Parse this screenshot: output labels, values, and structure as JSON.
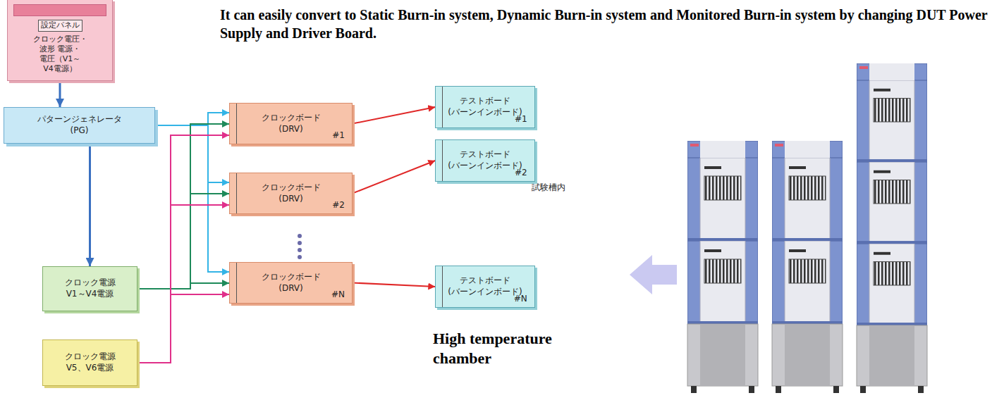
{
  "diagram": {
    "title": "It can easily convert to Static Burn-in system, Dynamic Burn-in system and Monitored Burn-in system by changing DUT Power Supply and Driver Board.",
    "nodes": [
      {
        "text": [
          "設定パネル",
          "クロック電圧・波形 電源・電圧（V1～V4電源）"
        ]
      },
      {
        "text": [
          "パターンジェネレータ (PG)"
        ]
      },
      {
        "text": [
          "クロックボード (DRV)",
          "#1"
        ]
      },
      {
        "text": [
          "クロックボード (DRV)",
          "#2"
        ]
      },
      {
        "text": [
          "クロックボード (DRV)",
          "#N"
        ]
      },
      {
        "text": [
          "試験槽内",
          "High temperature chamber"
        ]
      },
      {
        "text": [
          "テストボード (バーンインボード)",
          "#1"
        ],
        "in": 5
      },
      {
        "text": [
          "テストボード (バーンインボード)",
          "#2"
        ],
        "in": 5
      },
      {
        "text": [
          "テストボード (バーンインボード)",
          "#N"
        ],
        "in": 5
      },
      {
        "text": [
          "クロック電源 V1～V4電源"
        ]
      },
      {
        "text": [
          "クロック電源 V5、V6電源"
        ]
      }
    ],
    "edges": [
      {
        "from": 0,
        "to": 1,
        "arrow": "to"
      },
      {
        "from": 1,
        "to": 9,
        "arrow": "to"
      },
      {
        "from": 1,
        "to": 2,
        "arrow": "to"
      },
      {
        "from": 1,
        "to": 3,
        "arrow": "to"
      },
      {
        "from": 1,
        "to": 4,
        "arrow": "to"
      },
      {
        "from": 9,
        "to": 2,
        "arrow": "to"
      },
      {
        "from": 9,
        "to": 3,
        "arrow": "to"
      },
      {
        "from": 9,
        "to": 4,
        "arrow": "to"
      },
      {
        "from": 10,
        "to": 2,
        "arrow": "to"
      },
      {
        "from": 10,
        "to": 3,
        "arrow": "to"
      },
      {
        "from": 10,
        "to": 4,
        "arrow": "to"
      },
      {
        "from": 2,
        "to": 6,
        "arrow": "to"
      },
      {
        "from": 3,
        "to": 7,
        "arrow": "to"
      },
      {
        "from": 4,
        "to": 8,
        "arrow": "to"
      }
    ]
  }
}
